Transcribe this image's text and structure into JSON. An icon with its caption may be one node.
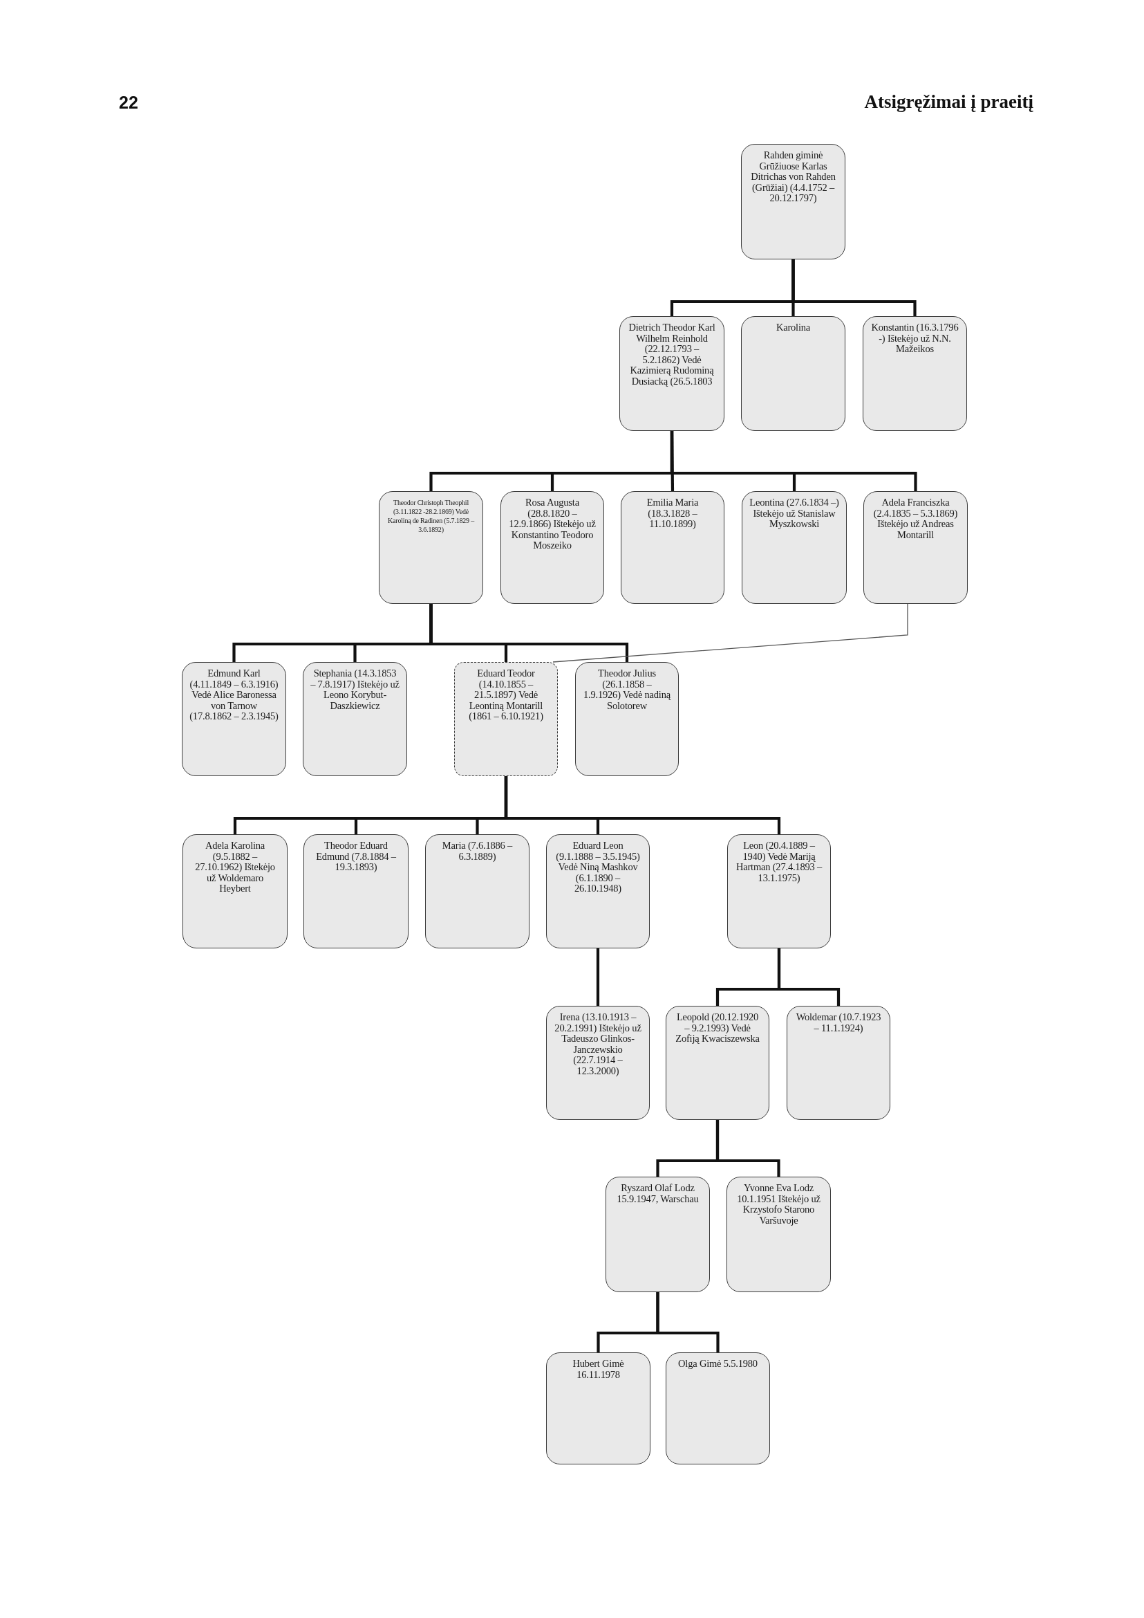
{
  "diagram": {
    "nodes": [
      {
        "text": [
          "Rahden giminė Grūžiuose Karlas Ditrichas von Rahden (Grūžiai) (4.4.1752 – 20.12.1797)"
        ]
      },
      {
        "text": [
          "Dietrich Theodor Karl Wilhelm Reinhold (22.12.1793 – 5.2.1862) Vedė Kazimierą Rudominą Dusiacką (26.5.1803"
        ]
      },
      {
        "text": [
          "Karolina"
        ]
      },
      {
        "text": [
          "Konstantin (16.3.1796 -) Ištekėjo už N.N. Mažeikos"
        ]
      },
      {
        "text": [
          "Theodor Christoph Theophil (3.11.1822 -28.2.1869) Vedė Karoliną de Radinen (5.7.1829 – 3.6.1892)"
        ]
      },
      {
        "text": [
          "Rosa Augusta (28.8.1820 – 12.9.1866) Ištekėjo už Konstantino Teodoro Moszeiko"
        ]
      },
      {
        "text": [
          "Emilia Maria (18.3.1828 – 11.10.1899)"
        ]
      },
      {
        "text": [
          "Leontina (27.6.1834 –) Ištekėjo už Stanislaw Myszkowski"
        ]
      },
      {
        "text": [
          "Adela Franciszka (2.4.1835 – 5.3.1869) Ištekėjo už Andreas Montarill"
        ]
      },
      {
        "text": [
          "Edmund Karl (4.11.1849 – 6.3.1916) Vedė Alice Baronessa von Tarnow (17.8.1862 – 2.3.1945)"
        ]
      },
      {
        "text": [
          "Stephania (14.3.1853 – 7.8.1917) Ištekėjo už Leono Korybut-Daszkiewicz"
        ]
      },
      {
        "text": [
          "Eduard Teodor (14.10.1855 – 21.5.1897) Vedė Leontiną Montarill (1861 – 6.10.1921)"
        ]
      },
      {
        "text": [
          "Theodor Julius (26.1.1858 – 1.9.1926) Vedė nadiną Solotorew"
        ]
      },
      {
        "text": [
          "Adela Karolina (9.5.1882 – 27.10.1962) Ištekėjo už Woldemaro Heybert"
        ]
      },
      {
        "text": [
          "Theodor Eduard Edmund (7.8.1884 – 19.3.1893)"
        ]
      },
      {
        "text": [
          "Maria (7.6.1886 – 6.3.1889)"
        ]
      },
      {
        "text": [
          "Eduard Leon (9.1.1888 – 3.5.1945) Vedė Niną Mashkov (6.1.1890 – 26.10.1948)"
        ]
      },
      {
        "text": [
          "Leon (20.4.1889 – 1940) Vedė Mariją Hartman (27.4.1893 – 13.1.1975)"
        ]
      },
      {
        "text": [
          "Irena (13.10.1913 – 20.2.1991) Ištekėjo už Tadeuszo Glinkos-Janczewskio (22.7.1914 – 12.3.2000)"
        ]
      },
      {
        "text": [
          "Leopold (20.12.1920 – 9.2.1993) Vedė Zofiją Kwaciszewska"
        ]
      },
      {
        "text": [
          "Woldemar (10.7.1923 – 11.1.1924)"
        ]
      },
      {
        "text": [
          "Ryszard Olaf Lodz 15.9.1947, Warschau"
        ]
      },
      {
        "text": [
          "Yvonne Eva Lodz 10.1.1951 Ištekėjo už Krzystofo Starono Varšuvoje"
        ]
      },
      {
        "text": [
          "Hubert Gimė 16.11.1978"
        ]
      },
      {
        "text": [
          "Olga Gimė 5.5.1980"
        ]
      }
    ],
    "edges": [
      {
        "from": 0,
        "to": 1,
        "arrow": "none"
      },
      {
        "from": 0,
        "to": 2,
        "arrow": "none"
      },
      {
        "from": 0,
        "to": 3,
        "arrow": "none"
      },
      {
        "from": 1,
        "to": 4,
        "arrow": "none"
      },
      {
        "from": 1,
        "to": 5,
        "arrow": "none"
      },
      {
        "from": 1,
        "to": 6,
        "arrow": "none"
      },
      {
        "from": 1,
        "to": 7,
        "arrow": "none"
      },
      {
        "from": 1,
        "to": 8,
        "arrow": "none"
      },
      {
        "from": 4,
        "to": 9,
        "arrow": "none"
      },
      {
        "from": 4,
        "to": 10,
        "arrow": "none"
      },
      {
        "from": 4,
        "to": 11,
        "arrow": "none"
      },
      {
        "from": 4,
        "to": 12,
        "arrow": "none"
      },
      {
        "from": 8,
        "to": 11,
        "arrow": "none",
        "color": "#555555"
      },
      {
        "from": 11,
        "to": 13,
        "arrow": "none"
      },
      {
        "from": 11,
        "to": 14,
        "arrow": "none"
      },
      {
        "from": 11,
        "to": 15,
        "arrow": "none"
      },
      {
        "from": 11,
        "to": 16,
        "arrow": "none"
      },
      {
        "from": 11,
        "to": 17,
        "arrow": "none"
      },
      {
        "from": 16,
        "to": 18,
        "arrow": "none"
      },
      {
        "from": 17,
        "to": 19,
        "arrow": "none"
      },
      {
        "from": 17,
        "to": 20,
        "arrow": "none"
      },
      {
        "from": 19,
        "to": 21,
        "arrow": "none"
      },
      {
        "from": 19,
        "to": 22,
        "arrow": "none"
      },
      {
        "from": 21,
        "to": 23,
        "arrow": "none"
      },
      {
        "from": 21,
        "to": 24,
        "arrow": "none"
      }
    ],
    "labels": [
      "22",
      "Atsigręžimai į praeitį"
    ]
  }
}
